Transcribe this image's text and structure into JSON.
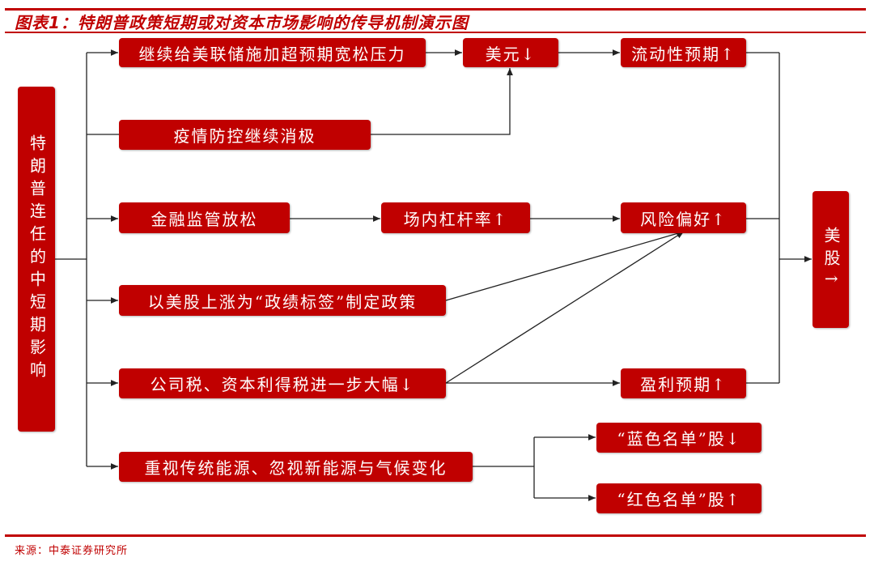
{
  "title": "图表1：特朗普政策短期或对资本市场影响的传导机制演示图",
  "source": "来源：中泰证券研究所",
  "colors": {
    "accent": "#c00000",
    "line": "#222222"
  },
  "nodes": {
    "root": "特朗普连任的中短期影响",
    "fed": "继续给美联储施加超预期宽松压力",
    "usd": "美元↓",
    "liquidity": "流动性预期↑",
    "epidemic": "疫情防控继续消极",
    "dereg": "金融监管放松",
    "leverage": "场内杠杆率↑",
    "risk": "风险偏好↑",
    "stocks_policy": "以美股上涨为“政绩标签”制定政策",
    "tax": "公司税、资本利得税进一步大幅↓",
    "earnings": "盈利预期↑",
    "energy": "重视传统能源、忽视新能源与气候变化",
    "blue": "“蓝色名单”股↓",
    "red": "“红色名单”股↑",
    "us_stocks": "美股↑"
  }
}
